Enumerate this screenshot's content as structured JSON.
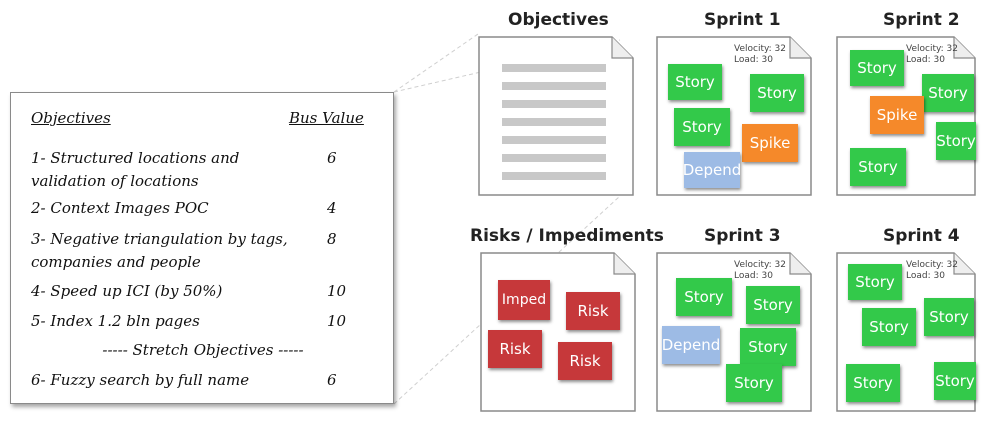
{
  "objectives_panel": {
    "header_left": "Objectives",
    "header_right": "Bus Value",
    "items": [
      {
        "text": "1- Structured locations and validation of locations",
        "value": "6"
      },
      {
        "text": "2- Context Images POC",
        "value": "4"
      },
      {
        "text": "3- Negative triangulation by tags, companies and people",
        "value": "8"
      },
      {
        "text": "4- Speed up ICI (by 50%)",
        "value": "10"
      },
      {
        "text": "5- Index 1.2 bln pages",
        "value": "10"
      }
    ],
    "stretch_label": "----- Stretch Objectives -----",
    "stretch_items": [
      {
        "text": "6- Fuzzy search by full name",
        "value": "6"
      }
    ]
  },
  "objectives_doc": {
    "title": "Objectives"
  },
  "risks_doc": {
    "title": "Risks / Impediments",
    "cards": [
      "Imped",
      "Risk",
      "Risk",
      "Risk"
    ]
  },
  "sprints": [
    {
      "title": "Sprint 1",
      "velocity": "Velocity: 32",
      "load": "Load: 30",
      "cards": [
        {
          "type": "story",
          "label": "Story"
        },
        {
          "type": "story",
          "label": "Story"
        },
        {
          "type": "story",
          "label": "Story"
        },
        {
          "type": "spike",
          "label": "Spike"
        },
        {
          "type": "depend",
          "label": "Depend"
        }
      ]
    },
    {
      "title": "Sprint 2",
      "velocity": "Velocity: 32",
      "load": "Load: 30",
      "cards": [
        {
          "type": "story",
          "label": "Story"
        },
        {
          "type": "story",
          "label": "Story"
        },
        {
          "type": "spike",
          "label": "Spike"
        },
        {
          "type": "story",
          "label": "Story"
        },
        {
          "type": "story",
          "label": "Story"
        }
      ]
    },
    {
      "title": "Sprint 3",
      "velocity": "Velocity: 32",
      "load": "Load: 30",
      "cards": [
        {
          "type": "story",
          "label": "Story"
        },
        {
          "type": "story",
          "label": "Story"
        },
        {
          "type": "depend",
          "label": "Depend"
        },
        {
          "type": "story",
          "label": "Story"
        },
        {
          "type": "story",
          "label": "Story"
        }
      ]
    },
    {
      "title": "Sprint 4",
      "velocity": "Velocity: 32",
      "load": "Load: 30",
      "cards": [
        {
          "type": "story",
          "label": "Story"
        },
        {
          "type": "story",
          "label": "Story"
        },
        {
          "type": "story",
          "label": "Story"
        },
        {
          "type": "story",
          "label": "Story"
        },
        {
          "type": "story",
          "label": "Story"
        }
      ]
    }
  ],
  "colors": {
    "story": "#33c94a",
    "spike": "#f5892a",
    "depend": "#9dbbe5",
    "risk": "#c6383a"
  }
}
